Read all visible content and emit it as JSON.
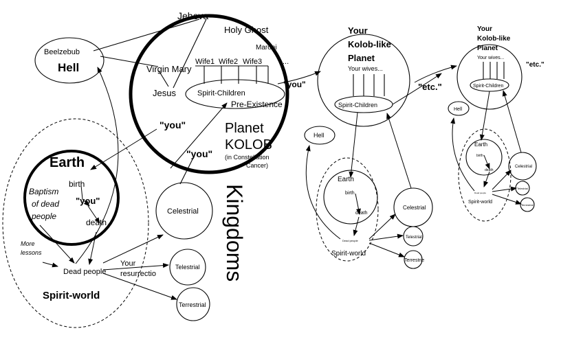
{
  "colors": {
    "ink": "#000000",
    "paper": "#ffffff"
  },
  "main": {
    "jehova": "Jehova",
    "holy_ghost": "Holy Ghost",
    "maroni": "Maroni",
    "wives": [
      "Wife1",
      "Wife2",
      "Wife3"
    ],
    "ellipsis": "...",
    "virgin_mary": "Virgin Mary",
    "jesus": "Jesus",
    "spirit_children": "Spirit-Children",
    "pre_existence": "Pre-Existence",
    "you": "\"you\"",
    "planet_line1": "Planet",
    "planet_line2": "KOLOB",
    "constellation_line1": "(in Constellation",
    "constellation_line2": "Cancer)",
    "beelzebub": "Beelzebub",
    "hell": "Hell",
    "earth": "Earth",
    "birth": "birth",
    "death": "death",
    "baptism_lines": [
      "Baptism",
      "of dead",
      "people"
    ],
    "more_lessons_lines": [
      "More",
      "lessons"
    ],
    "dead_people": "Dead people",
    "your_resurrection_lines": [
      "Your",
      "resurrectio"
    ],
    "spirit_world": "Spirit-world",
    "celestrial": "Celestrial",
    "telestrial": "Telestrial",
    "terrestrial": "Terrestrial",
    "kingdoms": "Kingdoms"
  },
  "second": {
    "title_lines": [
      "Your",
      "Kolob-like",
      "Planet"
    ],
    "your_wives": "Your wives...",
    "spirit_children": "Spirit-Children",
    "etc": "\"etc.\"",
    "hell": "Hell",
    "earth": "Earth",
    "birth": "birth",
    "death": "death",
    "dead_people": "Dead people",
    "spirit_world": "Spirit-world",
    "celestrial": "Celestrial",
    "telestrial": "Telestrial",
    "terrestrie": "Terrestrie"
  },
  "third": {
    "title_lines": [
      "Your",
      "Kolob-like",
      "Planet"
    ],
    "your_wives": "Your wives...",
    "spirit_children": "Spirit-Children",
    "etc": "\"etc.\"",
    "hell": "Hell",
    "earth": "Earth",
    "birth": "birth",
    "death": "death",
    "dead_people": "Dead people",
    "spirit_world": "Spirit-world",
    "celestrial": "Celestrial",
    "telestrial": "Telestrial",
    "terrestrial": "Terrestrial"
  }
}
